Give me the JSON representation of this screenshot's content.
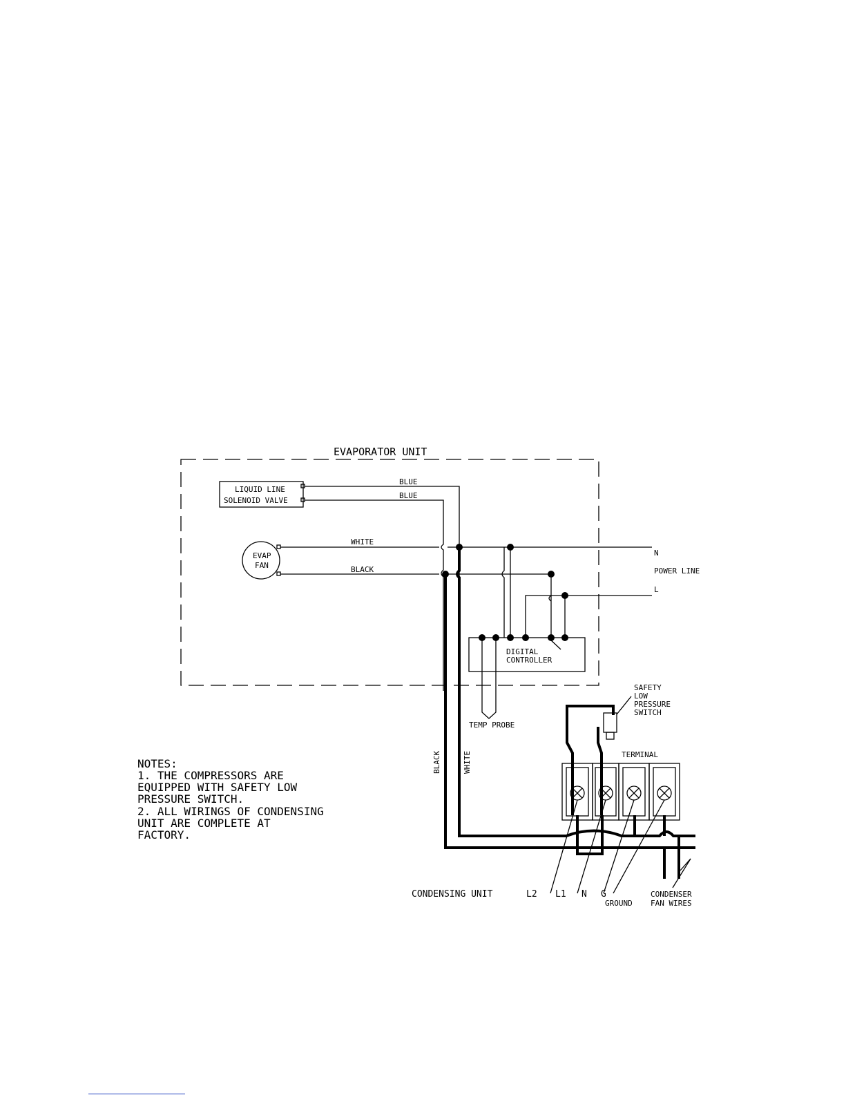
{
  "diagram": {
    "evaporator_unit_title": "EVAPORATOR UNIT",
    "liquid_line_valve": [
      "LIQUID LINE",
      "SOLENOID VALVE"
    ],
    "evap_fan": [
      "EVAP",
      "FAN"
    ],
    "wire_labels": {
      "blue_top": "BLUE",
      "blue_bottom": "BLUE",
      "white_horizontal": "WHITE",
      "black_horizontal": "BLACK",
      "black_vertical": "BLACK",
      "white_vertical": "WHITE"
    },
    "power_line": {
      "n": "N",
      "label": "POWER LINE",
      "l": "L"
    },
    "digital_controller": [
      "DIGITAL",
      "CONTROLLER"
    ],
    "temp_probe": "TEMP PROBE",
    "safety_switch": [
      "SAFETY",
      "LOW",
      "PRESSURE",
      "SWITCH"
    ],
    "terminal": "TERMINAL",
    "condensing_unit": "CONDENSING UNIT",
    "terminal_leads": [
      "L2",
      "L1",
      "N",
      "G"
    ],
    "ground": "GROUND",
    "condenser_fan_wires": [
      "CONDENSER",
      "FAN WIRES"
    ],
    "notes": [
      "NOTES:",
      "1. THE COMPRESSORS ARE",
      "EQUIPPED WITH SAFETY LOW",
      "PRESSURE SWITCH.",
      "2. ALL WIRINGS OF CONDENSING",
      "UNIT ARE COMPLETE AT",
      "FACTORY."
    ]
  }
}
